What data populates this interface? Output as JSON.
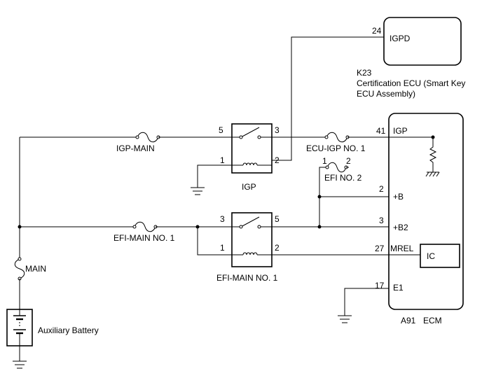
{
  "certification_ecu": {
    "connector": "K23",
    "name_line1": "Certification ECU (Smart Key",
    "name_line2": "ECU Assembly)",
    "pin_igpd_num": "24",
    "pin_igpd_label": "IGPD"
  },
  "ecm": {
    "connector": "A91",
    "name": "ECM",
    "ic_label": "IC",
    "pins": {
      "igp_num": "41",
      "igp_label": "IGP",
      "b_num": "2",
      "b_label": "+B",
      "b2_num": "3",
      "b2_label": "+B2",
      "mrel_num": "27",
      "mrel_label": "MREL",
      "e1_num": "17",
      "e1_label": "E1"
    }
  },
  "igp_relay": {
    "name": "IGP",
    "pin5": "5",
    "pin3": "3",
    "pin1": "1",
    "pin2": "2"
  },
  "efi_main_relay": {
    "name": "EFI-MAIN NO. 1",
    "pin3": "3",
    "pin5": "5",
    "pin1": "1",
    "pin2": "2"
  },
  "fuses": {
    "igp_main": "IGP-MAIN",
    "ecu_igp_no1": "ECU-IGP NO. 1",
    "efi_no2": "EFI NO. 2",
    "efi_no2_pin1": "1",
    "efi_no2_pin2": "2",
    "efi_main_no1": "EFI-MAIN NO. 1",
    "main": "MAIN"
  },
  "battery": {
    "label": "Auxiliary Battery"
  }
}
